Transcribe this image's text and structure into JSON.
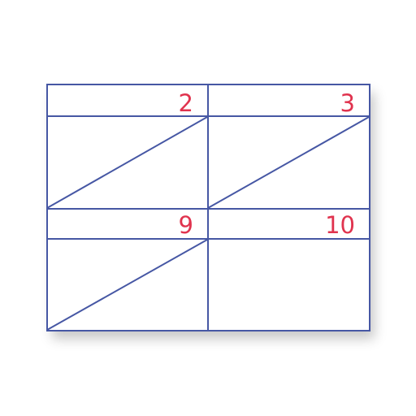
{
  "cells": [
    {
      "id": "cell-2",
      "number": "2",
      "has_diagonal": true
    },
    {
      "id": "cell-3",
      "number": "3",
      "has_diagonal": true
    },
    {
      "id": "cell-9",
      "number": "9",
      "has_diagonal": true
    },
    {
      "id": "cell-10",
      "number": "10",
      "has_diagonal": false
    }
  ],
  "colors": {
    "line": "#4657a4",
    "number": "#e0334e",
    "background": "#ffffff"
  }
}
